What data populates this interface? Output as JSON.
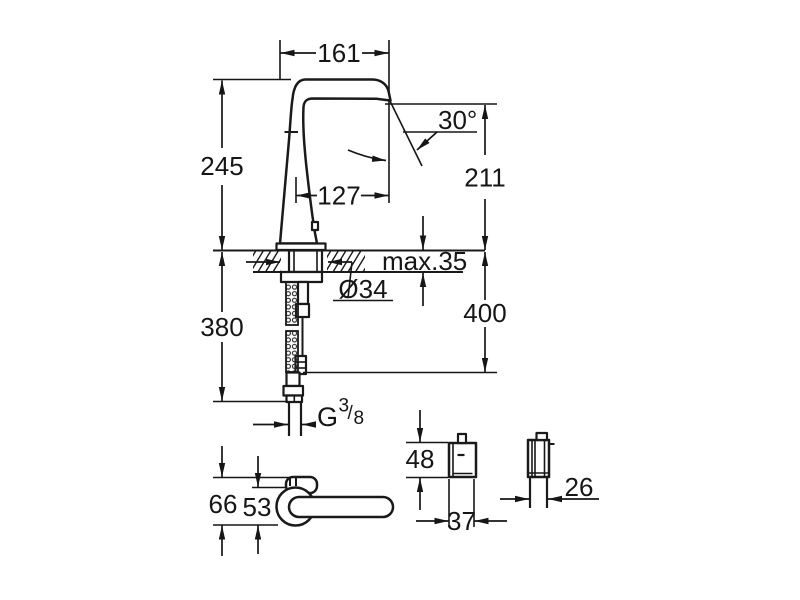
{
  "drawing": {
    "kind": "technical dimension drawing",
    "subject": "deck-mounted single-hole basin mixer with under-deck hose, cable and control unit (side view, top view, control-unit front and side views)",
    "units": "mm",
    "colors": {
      "line": "#1a1a1a",
      "background": "#ffffff"
    }
  },
  "labels": {
    "spout_width": "161",
    "outlet_angle": "30°",
    "body_height": "245",
    "spout_reach": "127",
    "outlet_height": "211",
    "deck_max_thickness": "max.35",
    "hole_diameter": "Ø34",
    "hose_length": "380",
    "connection_length": "400",
    "thread": {
      "g": "G",
      "numerator": "3",
      "slash": "/",
      "denominator": "8"
    },
    "top_view_depth": "66",
    "handle_depth": "53",
    "unit_height": "48",
    "unit_width": "37",
    "unit_depth": "26"
  }
}
